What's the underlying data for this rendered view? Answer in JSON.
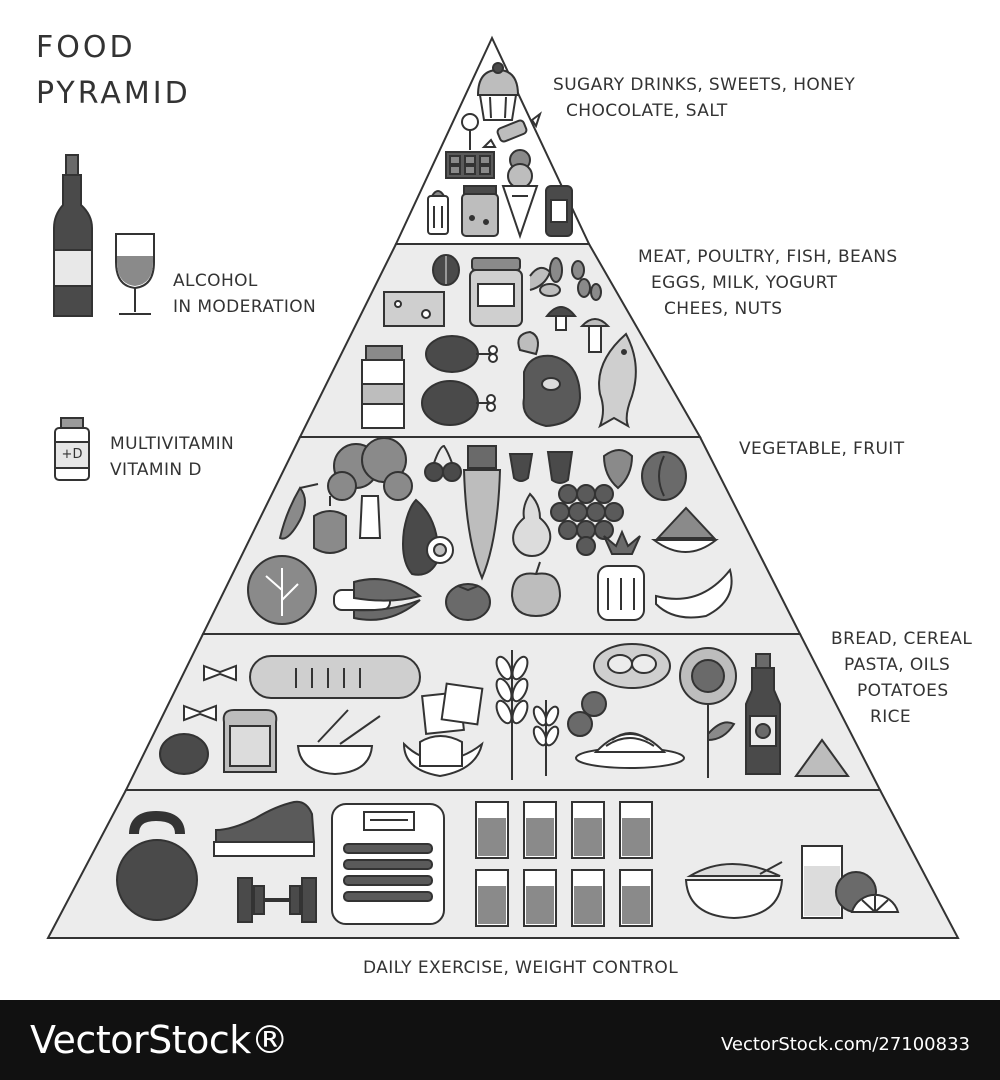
{
  "title": {
    "line1": "FOOD",
    "line2": "PYRAMID"
  },
  "side_items": {
    "alcohol": {
      "line1": "ALCOHOL",
      "line2": "IN MODERATION"
    },
    "vitamin": {
      "line1": "MULTIVITAMIN",
      "line2": "VITAMIN D",
      "bottle_text": "+D"
    }
  },
  "tiers": [
    {
      "id": "sweets",
      "lines": [
        "SUGARY DRINKS, SWEETS, HONEY",
        "CHOCOLATE, SALT"
      ]
    },
    {
      "id": "protein",
      "lines": [
        "MEAT, POULTRY, FISH, BEANS",
        "EGGS, MILK, YOGURT",
        "CHEES, NUTS"
      ]
    },
    {
      "id": "produce",
      "lines": [
        "VEGETABLE, FRUIT"
      ]
    },
    {
      "id": "grains",
      "lines": [
        "BREAD, CEREAL",
        "PASTA, OILS",
        "POTATOES",
        "RICE"
      ]
    },
    {
      "id": "base",
      "lines": [
        "DAILY EXERCISE, WEIGHT CONTROL"
      ]
    }
  ],
  "watermark": {
    "brand": "VectorStock®",
    "site": "VectorStock.com/27100833"
  },
  "colors": {
    "stroke": "#333333",
    "dark_fill": "#4a4a4a",
    "mid_fill": "#8a8a8a",
    "light_fill": "#cfcfcf",
    "tier_shade": "#ececec"
  }
}
